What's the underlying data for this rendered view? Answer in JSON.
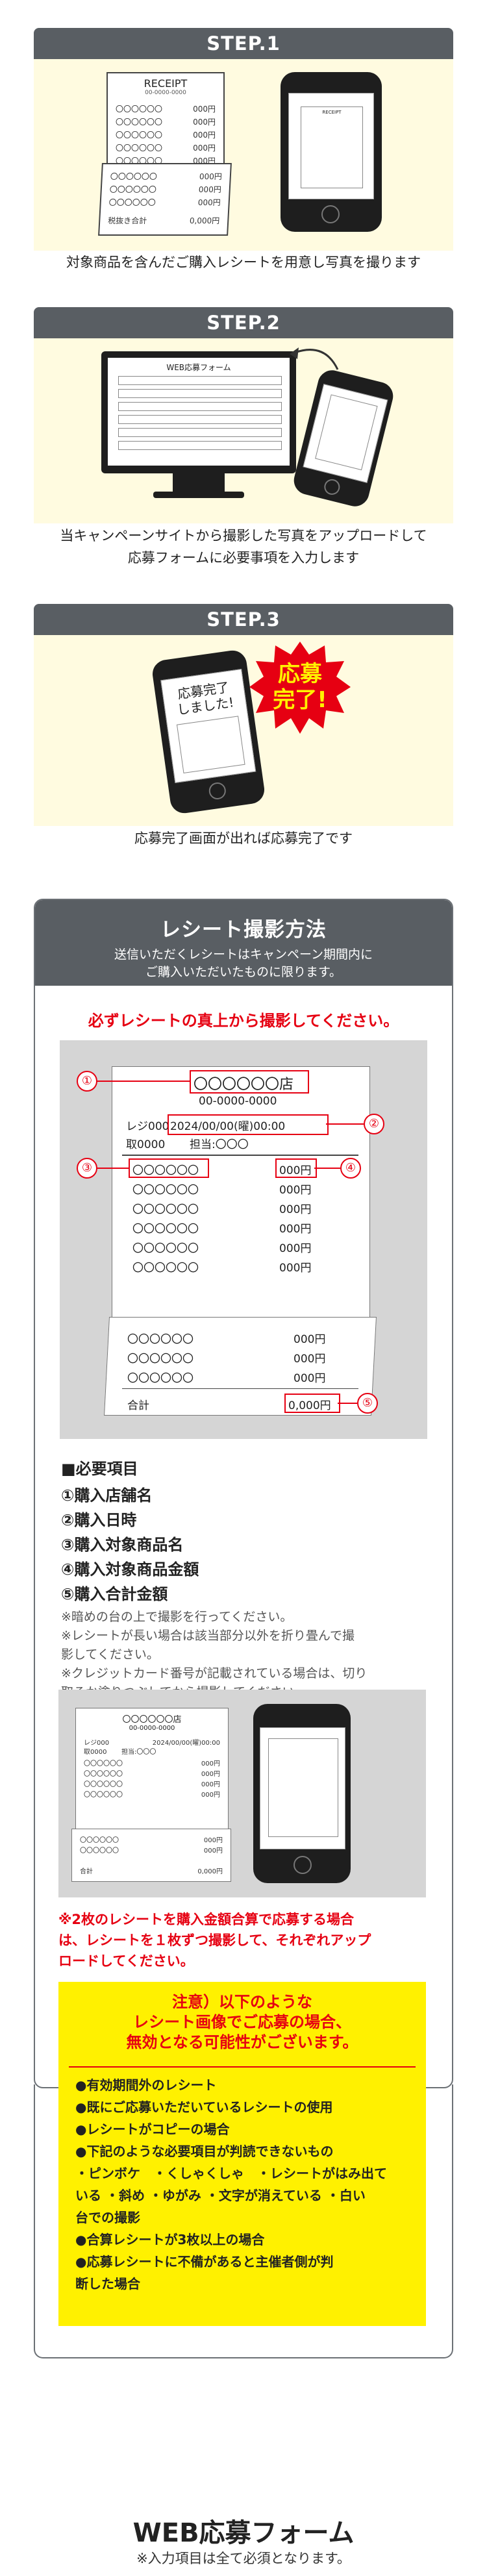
{
  "steps": [
    {
      "label": "STEP.1",
      "caption": "対象商品を含んだご購入レシートを用意し写真を撮ります"
    },
    {
      "label": "STEP.2",
      "caption_lines": [
        "当キャンペーンサイトから撮影した写真をアップロードして",
        "応募フォームに必要事項を入力します"
      ]
    },
    {
      "label": "STEP.3",
      "caption": "応募完了画面が出れば応募完了です"
    }
  ],
  "step1_art": {
    "receipt_title": "RECEIPT",
    "receipt_number": "00-0000-0000",
    "item_label": "〇〇〇〇〇〇",
    "item_price": "000円",
    "total_label": "税抜き合計",
    "total_value": "0,000円"
  },
  "step2_art": {
    "form_title": "WEB応募フォーム"
  },
  "step3_art": {
    "bubble_line1": "応募",
    "bubble_line2": "完了!",
    "phone_line1": "応募完了",
    "phone_line2": "しました!"
  },
  "card": {
    "title": "レシート撮影方法",
    "subtitle_lines": [
      "送信いただくレシートはキャンペーン期間内に",
      "ご購入いただいたものに限ります。"
    ],
    "warning": "必ずレシートの真上から撮影してください。",
    "receipt": {
      "store": "〇〇〇〇〇〇店",
      "phone": "00-0000-0000",
      "register": "レジ000",
      "datetime": "2024/00/00(曜)00:00",
      "handler_label": "取0000",
      "handler": "担当:〇〇〇",
      "item_label": "〇〇〇〇〇〇",
      "item_price": "000円",
      "total_label": "合計",
      "total_value": "0,000円",
      "marks": [
        "①",
        "②",
        "③",
        "④",
        "⑤"
      ]
    },
    "required_heading": "■必要項目",
    "required_items": [
      "①購入店舗名",
      "②購入日時",
      "③購入対象商品名",
      "④購入対象商品金額",
      "⑤購入合計金額"
    ],
    "notes": [
      "※暗めの台の上で撮影を行ってください。",
      "※レシートが長い場合は該当部分以外を折り畳んで撮",
      "影してください。",
      "※クレジットカード番号が記載されている場合は、切り",
      "取るか塗りつぶしてから撮影してください。"
    ],
    "second_warning_lines": [
      "※2枚のレシートを購入金額合算で応募する場合",
      "は、レシートを１枚ずつ撮影して、それぞれアップ",
      "ロードしてください。"
    ],
    "second_art": {
      "store": "〇〇〇〇〇〇店",
      "phone": "00-0000-0000",
      "register": "レジ000",
      "datetime": "2024/00/00(曜)00:00",
      "handler_label": "取0000",
      "handler": "担当:〇〇〇",
      "item_label": "〇〇〇〇〇〇",
      "item_price": "000円",
      "total_label": "合計",
      "total_value": "0,000円"
    },
    "caution": {
      "title_lines": [
        "注意）以下のような",
        "レシート画像でご応募の場合、",
        "無効となる可能性がございます。"
      ],
      "items": [
        "●有効期間外のレシート",
        "●既にご応募いただいているレシートの使用",
        "●レシートがコピーの場合",
        "●下記のような必要項目が判読できないもの",
        "・ピンボケ　・くしゃくしゃ　・レシートがはみ出て",
        "いる ・斜め ・ゆがみ ・文字が消えている ・白い",
        "台での撮影",
        "●合算レシートが3枚以上の場合",
        "●応募レシートに不備があると主催者側が判",
        "断した場合"
      ]
    }
  },
  "footer": {
    "title": "WEB応募フォーム",
    "note": "※入力項目は全て必須となります。"
  }
}
